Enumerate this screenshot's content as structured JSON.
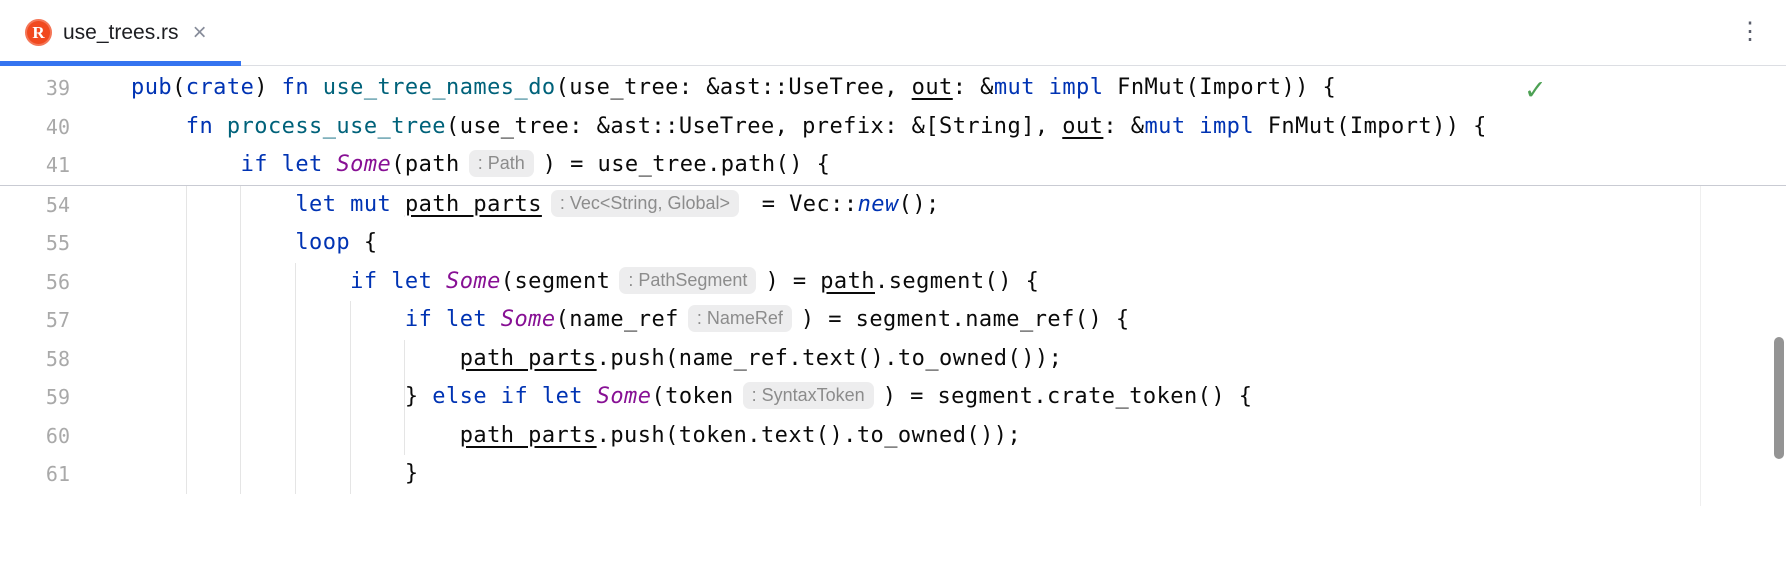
{
  "colors": {
    "accent": "#3574F0",
    "rust_icon": "#F1491F",
    "check_green": "#4DA154"
  },
  "tab_bar": {
    "tab": {
      "label": "use_trees.rs",
      "close_icon": "×"
    },
    "rust_icon_letter": "R",
    "menu_icon": "⋮"
  },
  "editor": {
    "inspection_check_icon": "✓",
    "sticky_lines": [
      {
        "num": "39",
        "seg": [
          {
            "c": "k",
            "t": "pub"
          },
          {
            "c": "p",
            "t": "("
          },
          {
            "c": "k",
            "t": "crate"
          },
          {
            "c": "p",
            "t": ") "
          },
          {
            "c": "k",
            "t": "fn"
          },
          {
            "c": "p",
            "t": " "
          },
          {
            "c": "f",
            "t": "use_tree_names_do"
          },
          {
            "c": "p",
            "t": "(use_tree: &ast::UseTree, "
          },
          {
            "c": "u",
            "t": "out"
          },
          {
            "c": "p",
            "t": ": &"
          },
          {
            "c": "k",
            "t": "mut"
          },
          {
            "c": "p",
            "t": " "
          },
          {
            "c": "k",
            "t": "impl"
          },
          {
            "c": "p",
            "t": " FnMut(Import)) {"
          }
        ]
      },
      {
        "num": "40",
        "seg": [
          {
            "c": "p",
            "t": "    "
          },
          {
            "c": "k",
            "t": "fn"
          },
          {
            "c": "p",
            "t": " "
          },
          {
            "c": "f",
            "t": "process_use_tree"
          },
          {
            "c": "p",
            "t": "(use_tree: &ast::UseTree, prefix: &[String], "
          },
          {
            "c": "u",
            "t": "out"
          },
          {
            "c": "p",
            "t": ": &"
          },
          {
            "c": "k",
            "t": "mut"
          },
          {
            "c": "p",
            "t": " "
          },
          {
            "c": "k",
            "t": "impl"
          },
          {
            "c": "p",
            "t": " FnMut(Import)) {"
          }
        ]
      },
      {
        "num": "41",
        "seg": [
          {
            "c": "p",
            "t": "        "
          },
          {
            "c": "k",
            "t": "if"
          },
          {
            "c": "p",
            "t": " "
          },
          {
            "c": "k",
            "t": "let"
          },
          {
            "c": "p",
            "t": " "
          },
          {
            "c": "e",
            "t": "Some"
          },
          {
            "c": "p",
            "t": "(path"
          },
          {
            "c": "h",
            "t": ": Path"
          },
          {
            "c": "p",
            "t": ") = use_tree.path() {"
          }
        ]
      }
    ],
    "lines": [
      {
        "num": "54",
        "seg": [
          {
            "c": "p",
            "t": "            "
          },
          {
            "c": "k",
            "t": "let"
          },
          {
            "c": "p",
            "t": " "
          },
          {
            "c": "k",
            "t": "mut"
          },
          {
            "c": "p",
            "t": " "
          },
          {
            "c": "u",
            "t": "path_parts"
          },
          {
            "c": "h",
            "t": ": Vec<String, Global>"
          },
          {
            "c": "p",
            "t": " = Vec::"
          },
          {
            "c": "s",
            "t": "new"
          },
          {
            "c": "p",
            "t": "();"
          }
        ]
      },
      {
        "num": "55",
        "seg": [
          {
            "c": "p",
            "t": "            "
          },
          {
            "c": "k",
            "t": "loop"
          },
          {
            "c": "p",
            "t": " {"
          }
        ]
      },
      {
        "num": "56",
        "seg": [
          {
            "c": "p",
            "t": "                "
          },
          {
            "c": "k",
            "t": "if"
          },
          {
            "c": "p",
            "t": " "
          },
          {
            "c": "k",
            "t": "let"
          },
          {
            "c": "p",
            "t": " "
          },
          {
            "c": "e",
            "t": "Some"
          },
          {
            "c": "p",
            "t": "(segment"
          },
          {
            "c": "h",
            "t": ": PathSegment"
          },
          {
            "c": "p",
            "t": ") = "
          },
          {
            "c": "u",
            "t": "path"
          },
          {
            "c": "p",
            "t": ".segment() {"
          }
        ]
      },
      {
        "num": "57",
        "seg": [
          {
            "c": "p",
            "t": "                    "
          },
          {
            "c": "k",
            "t": "if"
          },
          {
            "c": "p",
            "t": " "
          },
          {
            "c": "k",
            "t": "let"
          },
          {
            "c": "p",
            "t": " "
          },
          {
            "c": "e",
            "t": "Some"
          },
          {
            "c": "p",
            "t": "(name_ref"
          },
          {
            "c": "h",
            "t": ": NameRef"
          },
          {
            "c": "p",
            "t": ") = segment.name_ref() {"
          }
        ]
      },
      {
        "num": "58",
        "seg": [
          {
            "c": "p",
            "t": "                        "
          },
          {
            "c": "u",
            "t": "path_parts"
          },
          {
            "c": "p",
            "t": ".push(name_ref.text().to_owned());"
          }
        ]
      },
      {
        "num": "59",
        "seg": [
          {
            "c": "p",
            "t": "                    } "
          },
          {
            "c": "k",
            "t": "else"
          },
          {
            "c": "p",
            "t": " "
          },
          {
            "c": "k",
            "t": "if"
          },
          {
            "c": "p",
            "t": " "
          },
          {
            "c": "k",
            "t": "let"
          },
          {
            "c": "p",
            "t": " "
          },
          {
            "c": "e",
            "t": "Some"
          },
          {
            "c": "p",
            "t": "(token"
          },
          {
            "c": "h",
            "t": ": SyntaxToken"
          },
          {
            "c": "p",
            "t": ") = segment.crate_token() {"
          }
        ]
      },
      {
        "num": "60",
        "seg": [
          {
            "c": "p",
            "t": "                        "
          },
          {
            "c": "u",
            "t": "path_parts"
          },
          {
            "c": "p",
            "t": ".push(token.text().to_owned());"
          }
        ]
      },
      {
        "num": "61",
        "seg": [
          {
            "c": "p",
            "t": "                    }"
          }
        ]
      }
    ]
  }
}
